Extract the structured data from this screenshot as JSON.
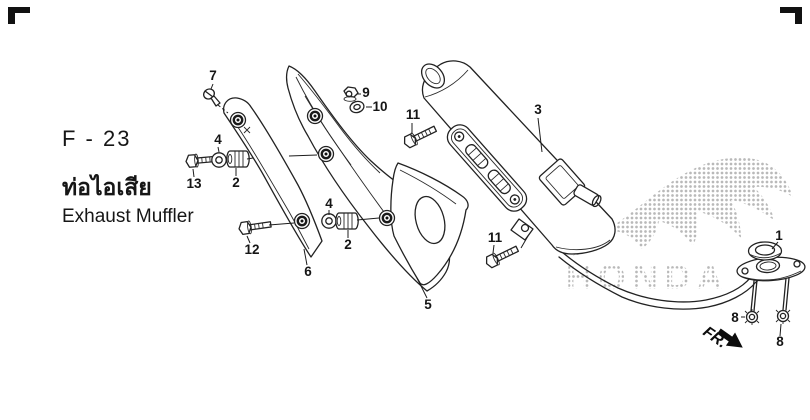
{
  "page": {
    "code": "F - 23",
    "title_thai": "ท่อไอเสีย",
    "title_english": "Exhaust Muffler"
  },
  "watermark": {
    "brand": "HONDA"
  },
  "direction_indicator": {
    "label": "FR."
  },
  "diagram": {
    "description": "Exploded parts diagram of exhaust muffler assembly",
    "callouts": [
      {
        "part": "7"
      },
      {
        "part": "9"
      },
      {
        "part": "10"
      },
      {
        "part": "11"
      },
      {
        "part": "3"
      },
      {
        "part": "13"
      },
      {
        "part": "4"
      },
      {
        "part": "2"
      },
      {
        "part": "12"
      },
      {
        "part": "4"
      },
      {
        "part": "2"
      },
      {
        "part": "6"
      },
      {
        "part": "5"
      },
      {
        "part": "11"
      },
      {
        "part": "1"
      },
      {
        "part": "8"
      },
      {
        "part": "8"
      }
    ]
  },
  "colors": {
    "line": "#222222",
    "watermark_dots": "#b9b9b9",
    "background": "#ffffff"
  }
}
